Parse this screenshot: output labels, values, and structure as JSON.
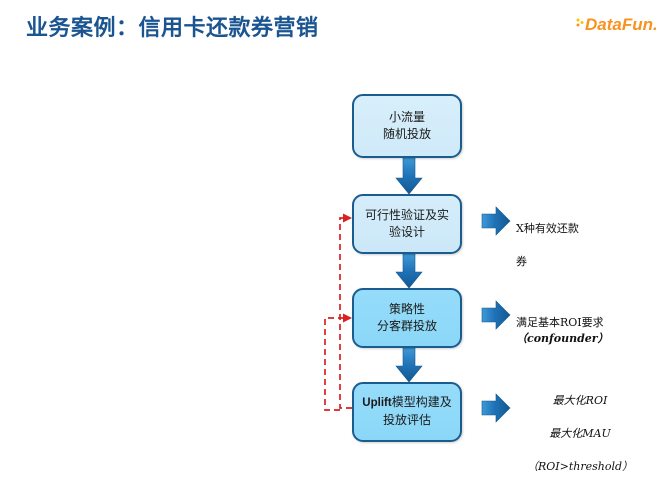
{
  "header": {
    "title": "业务案例：信用卡还款券营销",
    "title_color": "#1a5591",
    "logo_text": "DataFun.",
    "logo_name": "datafun-logo",
    "logo_colors": [
      "#f5a623",
      "#f7931e",
      "#fdc500"
    ]
  },
  "theme": {
    "background": "#ffffff",
    "node_border": "#1b5c8f",
    "node_fill_light": "#d4ebf9",
    "node_fill_strong": "#8fdcfa",
    "arrow_blue": "#1f72b8",
    "feedback_red": "#d92121"
  },
  "flow": {
    "nodes": [
      {
        "id": "node-1",
        "label": "小流量\n随机投放",
        "lines": [
          "小流量",
          "随机投放"
        ],
        "fill": "light"
      },
      {
        "id": "node-2",
        "label": "可行性验证及实验设计",
        "lines": [
          "可行性验证及实",
          "验设计"
        ],
        "fill": "light"
      },
      {
        "id": "node-3",
        "label": "策略性分客群投放",
        "lines": [
          "策略性",
          "分客群投放"
        ],
        "fill": "strong"
      },
      {
        "id": "node-4",
        "label": "Uplift模型构建及投放评估",
        "lines": [
          "Uplift模型构建及",
          "投放评估"
        ],
        "latin_prefix": "Uplift",
        "cjk_rest": "模型构建及",
        "line2": "投放评估",
        "fill": "strong"
      }
    ],
    "connectors": [
      {
        "from": "node-1",
        "to": "node-2",
        "type": "arrow-down",
        "color": "#1f72b8"
      },
      {
        "from": "node-2",
        "to": "node-3",
        "type": "arrow-down",
        "color": "#1f72b8"
      },
      {
        "from": "node-3",
        "to": "node-4",
        "type": "arrow-down",
        "color": "#1f72b8"
      }
    ],
    "feedback_loops": [
      {
        "from": "node-4",
        "to": "node-2",
        "style": "dashed",
        "color": "#d92121"
      },
      {
        "from": "node-4",
        "to": "node-3",
        "style": "dashed",
        "color": "#d92121"
      }
    ],
    "outputs": [
      {
        "id": "output-1",
        "from": "node-2",
        "arrow": "arrow-right",
        "lines": [
          "X种有效还款",
          "券"
        ],
        "text": "X种有效还款券",
        "sub": ""
      },
      {
        "id": "output-2",
        "from": "node-3",
        "arrow": "arrow-right",
        "lines": [
          "满足基本ROI要求"
        ],
        "text": "满足基本ROI要求",
        "sub": "（confounder）"
      },
      {
        "id": "output-3",
        "from": "node-4",
        "arrow": "arrow-right",
        "lines": [
          "最大化ROI",
          "最大化MAU",
          "（ROI>threshold）"
        ],
        "line1": "最大化ROI",
        "line2": "最大化MAU",
        "line3": "（ROI>threshold）",
        "sub": ""
      }
    ]
  }
}
